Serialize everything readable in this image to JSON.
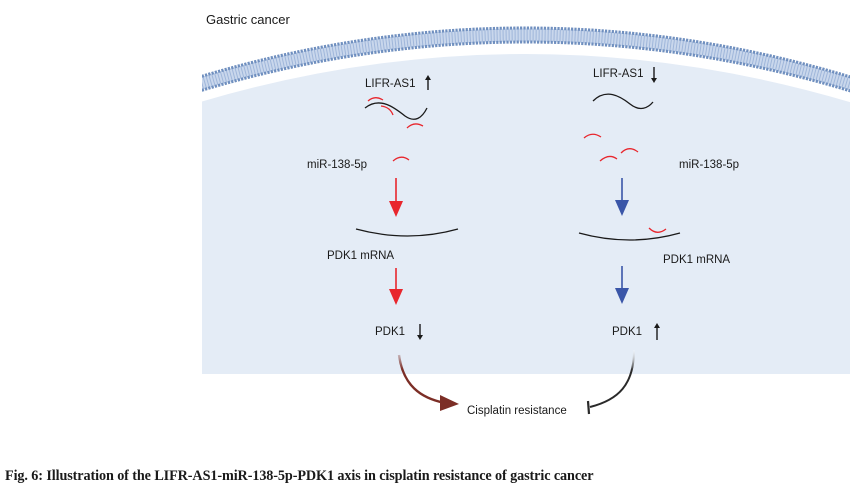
{
  "diagram": {
    "context_label": "Gastric cancer",
    "colors": {
      "cytoplasm": "#e4ecf6",
      "membrane": "#6f8fbf",
      "mirna": "#e8262d",
      "left_arrow": "#e8262d",
      "right_arrow": "#3a56a8",
      "promote_arrow": "#7c2e26",
      "inhibit_line": "#2a2a2a"
    },
    "left_pathway": {
      "lncrna_label": "LIFR-AS1",
      "lncrna_change": "up",
      "lncrna_change_icon": "arrow-up-icon",
      "mirna_label": "miR-138-5p",
      "mrna_label": "PDK1 mRNA",
      "protein_label": "PDK1",
      "protein_change": "down",
      "protein_change_icon": "arrow-down-icon",
      "effect": "promotes"
    },
    "right_pathway": {
      "lncrna_label": "LIFR-AS1",
      "lncrna_change": "down",
      "lncrna_change_icon": "arrow-down-icon",
      "mirna_label": "miR-138-5p",
      "mrna_label": "PDK1 mRNA",
      "protein_label": "PDK1",
      "protein_change": "up",
      "protein_change_icon": "arrow-up-icon",
      "effect": "inhibits"
    },
    "outcome_label": "Cisplatin resistance"
  },
  "caption": "Fig. 6: Illustration of the LIFR-AS1-miR-138-5p-PDK1 axis in cisplatin resistance of gastric cancer"
}
